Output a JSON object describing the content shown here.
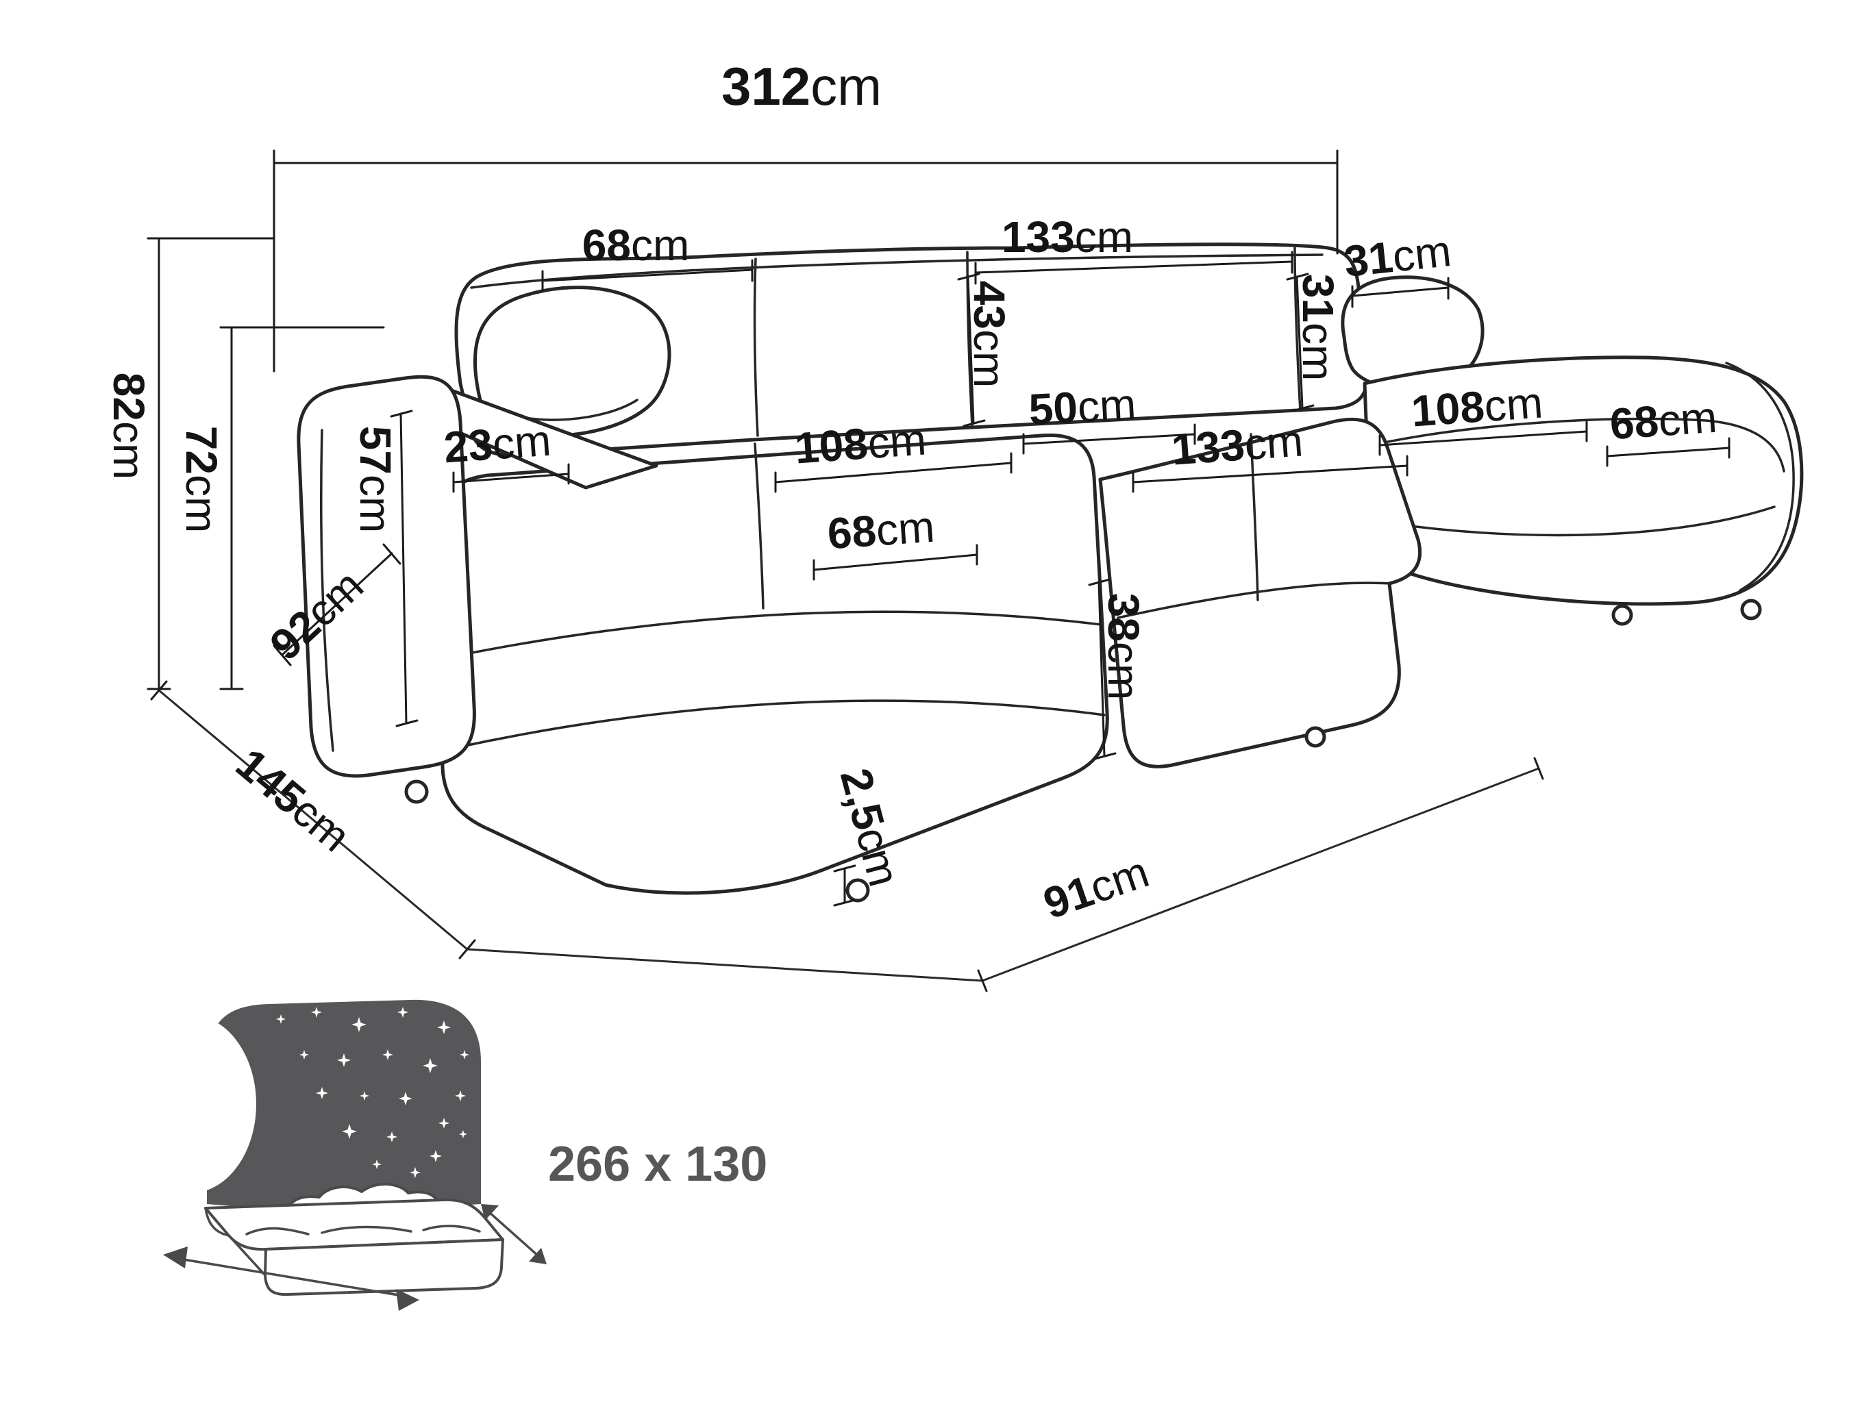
{
  "diagram": {
    "labels": {
      "total_width": {
        "value": "312",
        "unit": "cm"
      },
      "back_section_left_width": {
        "value": "68",
        "unit": "cm"
      },
      "back_section_center_width": {
        "value": "133",
        "unit": "cm"
      },
      "corner_cushion_width": {
        "value": "31",
        "unit": "cm"
      },
      "backrest_cushion_height": {
        "value": "43",
        "unit": "cm"
      },
      "corner_backrest_width": {
        "value": "31",
        "unit": "cm"
      },
      "backrest_seat_gap": {
        "value": "50",
        "unit": "cm"
      },
      "left_chaise_length": {
        "value": "108",
        "unit": "cm"
      },
      "center_seat_width": {
        "value": "133",
        "unit": "cm"
      },
      "armrest_top_width": {
        "value": "23",
        "unit": "cm"
      },
      "armrest_front_height": {
        "value": "57",
        "unit": "cm"
      },
      "armrest_side_depth": {
        "value": "92",
        "unit": "cm"
      },
      "total_height": {
        "value": "82",
        "unit": "cm"
      },
      "backrest_floor_height": {
        "value": "72",
        "unit": "cm"
      },
      "total_depth": {
        "value": "145",
        "unit": "cm"
      },
      "left_chaise_seat_width": {
        "value": "68",
        "unit": "cm"
      },
      "seat_front_height": {
        "value": "38",
        "unit": "cm"
      },
      "leg_height": {
        "value": "2,5",
        "unit": "cm"
      },
      "front_edge_length": {
        "value": "91",
        "unit": "cm"
      },
      "right_chaise_length": {
        "value": "108",
        "unit": "cm"
      },
      "right_chaise_width": {
        "value": "68",
        "unit": "cm"
      }
    },
    "sleeping_area": {
      "label": "266 x 130"
    }
  }
}
